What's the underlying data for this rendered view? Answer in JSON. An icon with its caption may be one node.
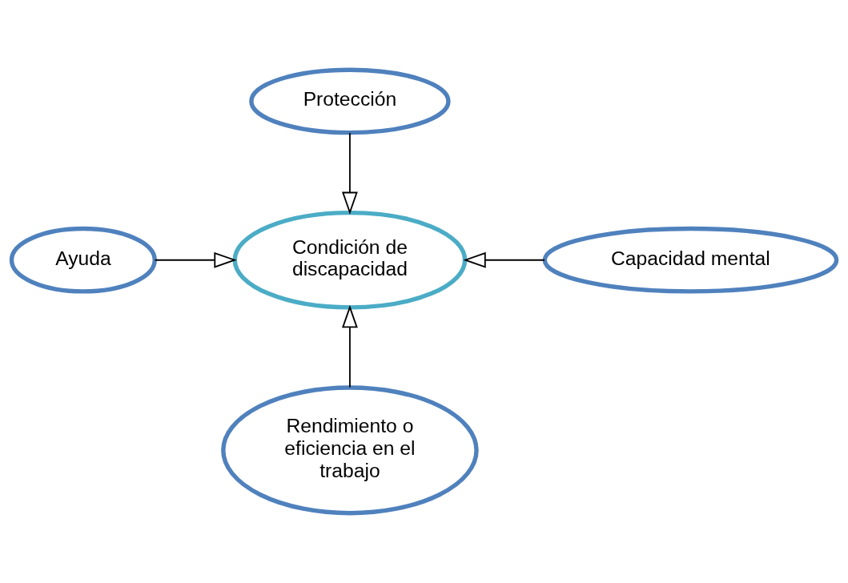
{
  "diagram": {
    "nodes": [
      {
        "text": [
          "Protección"
        ]
      },
      {
        "text": [
          "Ayuda"
        ]
      },
      {
        "text": [
          "Condición de discapacidad"
        ]
      },
      {
        "text": [
          "Capacidad mental"
        ]
      },
      {
        "text": [
          "Rendimiento o eficiencia en el trabajo"
        ]
      }
    ],
    "edges": [
      {
        "from": 0,
        "to": 2,
        "arrow": "to"
      },
      {
        "from": 1,
        "to": 2,
        "arrow": "to"
      },
      {
        "from": 3,
        "to": 2,
        "arrow": "to"
      },
      {
        "from": 4,
        "to": 2,
        "arrow": "to"
      }
    ]
  }
}
